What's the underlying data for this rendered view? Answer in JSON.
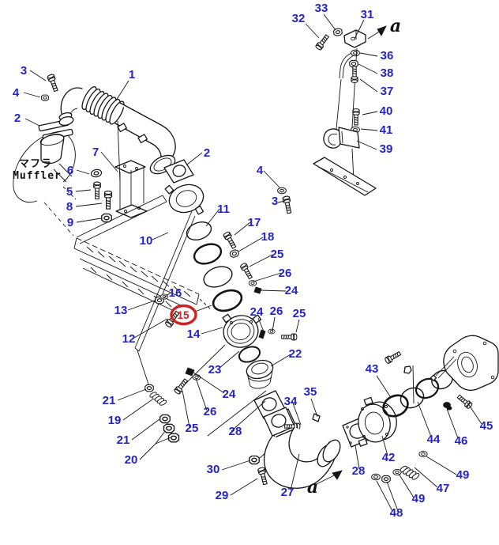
{
  "diagram": {
    "type": "exploded-parts-diagram",
    "component_label_jp": "マフラ",
    "component_label_en": "Muffler",
    "view_label": "a",
    "highlighted_callout": "15",
    "label_color": "#2323c8",
    "highlight_color": "#d02020",
    "line_color": "#141414",
    "callouts": [
      "3",
      "4",
      "2",
      "1",
      "7",
      "6",
      "5",
      "8",
      "9",
      "10",
      "16",
      "13",
      "12",
      "14",
      "2",
      "4",
      "3",
      "11",
      "17",
      "18",
      "25",
      "26",
      "24",
      "24",
      "26",
      "25",
      "22",
      "23",
      "24",
      "26",
      "25",
      "21",
      "19",
      "21",
      "20",
      "28",
      "30",
      "29",
      "27",
      "34",
      "35",
      "28",
      "42",
      "43",
      "44",
      "46",
      "45",
      "49",
      "47",
      "49",
      "48",
      "32",
      "33",
      "31",
      "36",
      "38",
      "37",
      "40",
      "41",
      "39"
    ]
  }
}
